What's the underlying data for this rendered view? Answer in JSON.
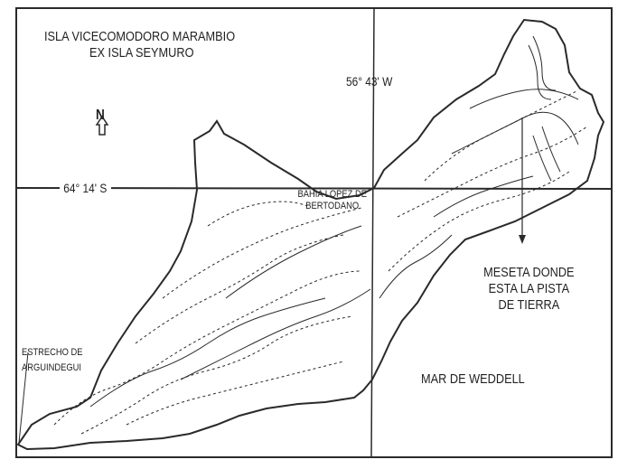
{
  "title_line1": "ISLA VICECOMODORO MARAMBIO",
  "title_line2": "EX ISLA SEYMURO",
  "longitude_label": "56° 43' W",
  "latitude_label": "64° 14' S",
  "north_label": "N",
  "places": {
    "bahia_line1": "BAHIA LOPEZ DE",
    "bahia_line2": "BERTODANO",
    "meseta_line1": "MESETA DONDE",
    "meseta_line2": "ESTA LA PISTA",
    "meseta_line3": "DE TIERRA",
    "estrecho_line1": "ESTRECHO DE",
    "estrecho_line2": "ARGUINDEGUI",
    "sea": "MAR DE WEDDELL"
  },
  "colors": {
    "ink": "#2a2a2a",
    "paper": "#ffffff"
  }
}
